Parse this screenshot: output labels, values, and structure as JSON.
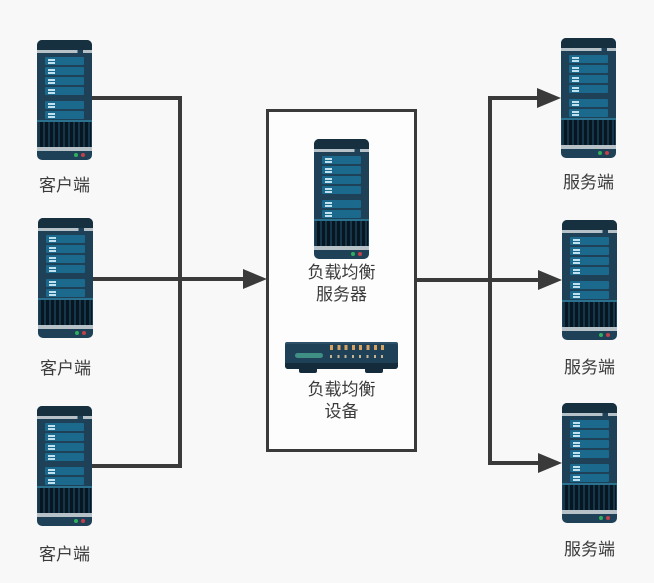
{
  "diagram": {
    "type": "load-balancing-architecture",
    "nodes": {
      "clients": [
        {
          "label": "客户端"
        },
        {
          "label": "客户端"
        },
        {
          "label": "客户端"
        }
      ],
      "servers": [
        {
          "label": "服务端"
        },
        {
          "label": "服务端"
        },
        {
          "label": "服务端"
        }
      ],
      "load_balancer_server": {
        "label_line1": "负载均衡",
        "label_line2": "服务器"
      },
      "load_balancer_device": {
        "label_line1": "负载均衡",
        "label_line2": "设备"
      }
    },
    "icons": {
      "tower": "server-tower-icon",
      "appliance": "network-appliance-icon"
    },
    "colors": {
      "background": "#f8f8f8",
      "connector": "#3a3a3a",
      "group_box_fill": "#fdfdfd",
      "tower_body": "#1f4158",
      "tower_cap": "#16303f",
      "tower_bar": "#1b6a8e",
      "tower_grille": "#0c1f2d",
      "silver_trim": "#b7c1c8",
      "led_green": "#2fae5d",
      "led_red": "#c24049",
      "appliance_led_orange": "#d8a263",
      "appliance_slot_teal": "#3f8f84"
    }
  }
}
